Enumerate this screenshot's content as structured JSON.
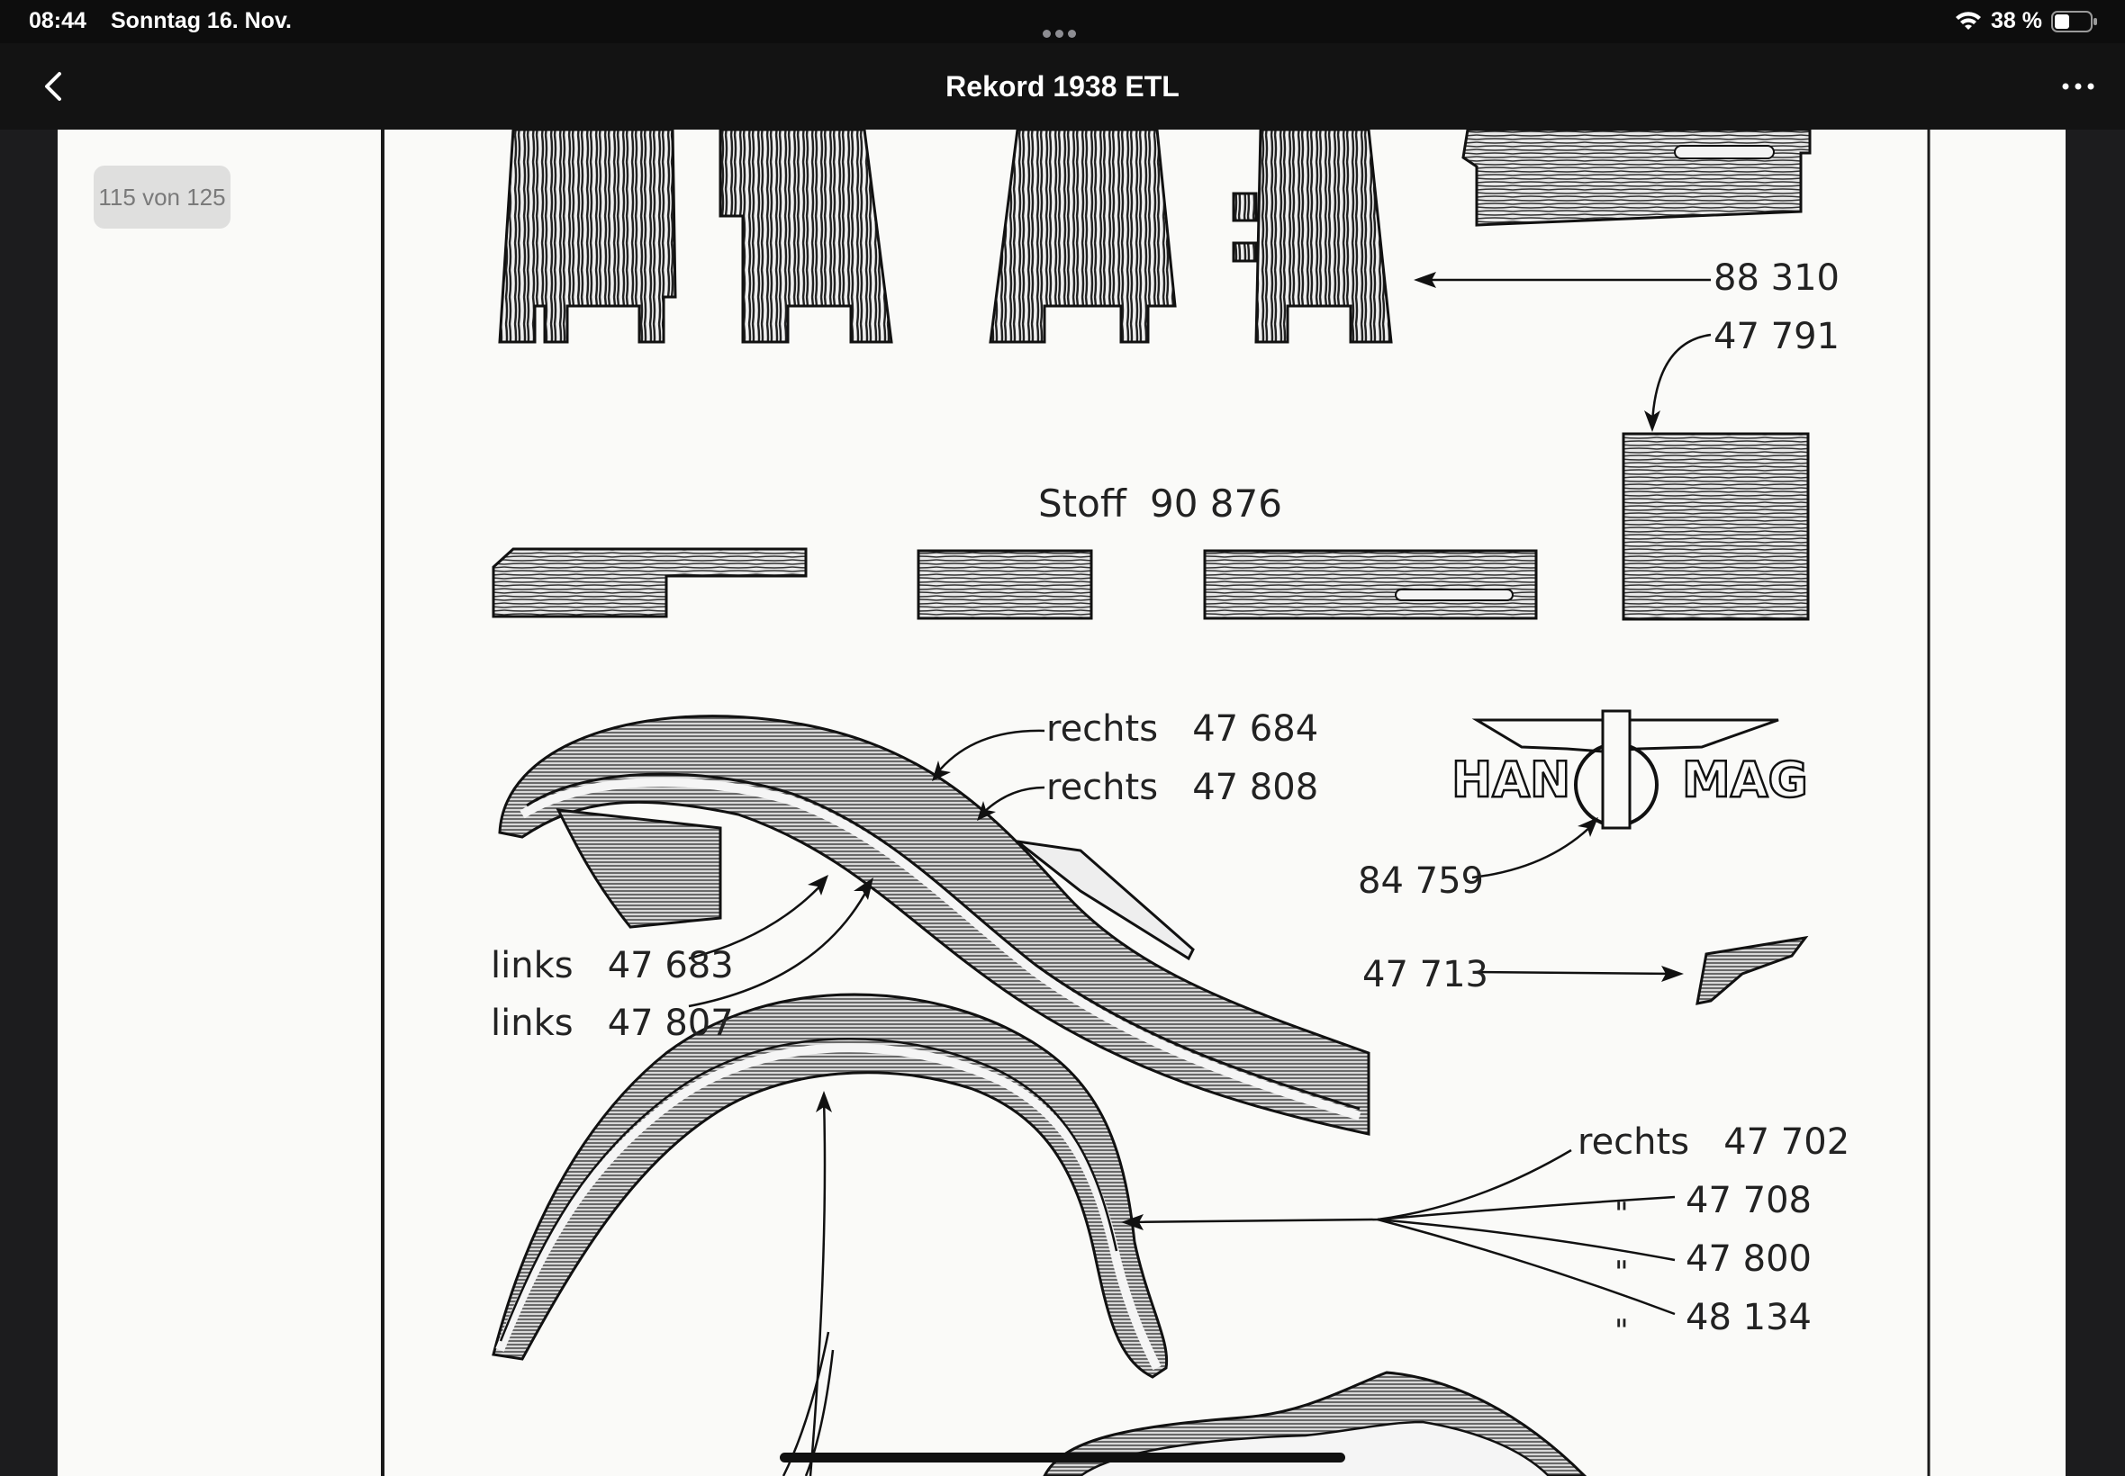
{
  "status": {
    "time": "08:44",
    "date": "Sonntag 16. Nov.",
    "battery": "38 %"
  },
  "nav": {
    "title": "Rekord 1938 ETL"
  },
  "document": {
    "page_indicator": "115 von 125",
    "labels": {
      "p88310": "88 310",
      "p47791": "47 791",
      "stoff": "Stoff",
      "p90876": "90 876",
      "r47684": "rechts   47 684",
      "r47808": "rechts   47 808",
      "p84759": "84 759",
      "l47683": "links   47 683",
      "l47807": "links   47 807",
      "p47713": "47 713",
      "r47702": "rechts   47 702",
      "p47708": "47 708",
      "p47800": "47 800",
      "p48134": "48 134",
      "ditto1": "\"",
      "ditto2": "\"",
      "ditto3": "\""
    },
    "logo_text": "HANOMAG"
  },
  "colors": {
    "ink": "#222222",
    "paper": "#fafaf8",
    "chrome": "#131313"
  }
}
